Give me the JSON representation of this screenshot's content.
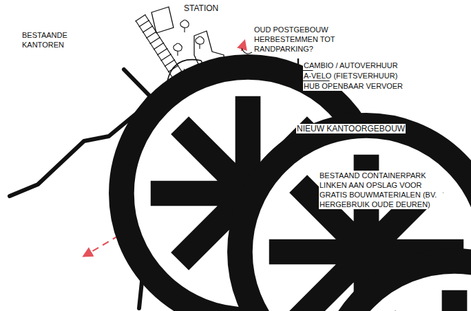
{
  "diagram": {
    "labels": [
      "STATION",
      "OUD POSTGEBOUW HERBESTEMMEN TOT RANDPARKING?",
      "CAMBIO / AUTOVERHUUR",
      "A-VELO (FIETSVERHUUR)",
      "HUB OPENBAAR VERVOER",
      "NIEUW KANTOORGEBOUW",
      "BESTAAND CONTAINERPARK LINKEN AAN OPSLAG VOOR GRATIS BOUWMATERIALEN (BV. HERGEBRUIK OUDE DEUREN)"
    ],
    "legend": [
      {
        "text": "BESTAANDE KANTOREN"
      }
    ]
  }
}
